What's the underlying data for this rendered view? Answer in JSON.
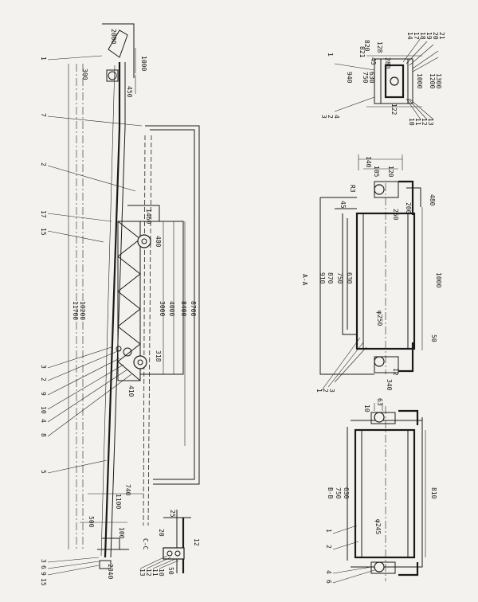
{
  "side_view": {
    "dims_right": [
      "1000",
      "450"
    ],
    "dim_top": "300",
    "dim_arrow_top": "2000",
    "dims_left": [
      "11700",
      "10200"
    ],
    "dims_lower": [
      "3000",
      "4000",
      "8400",
      "8700"
    ],
    "dims_truss": [
      "1460",
      "480",
      "318",
      "410"
    ],
    "dims_bottom": [
      "1100",
      "740"
    ],
    "dims_foot": [
      "500",
      "100",
      "2340"
    ],
    "balloons": [
      "1",
      "7",
      "2",
      "17",
      "15",
      "3",
      "2",
      "9",
      "10",
      "4",
      "8",
      "5",
      "3",
      "6",
      "9",
      "15"
    ]
  },
  "detail_cc": {
    "label": "C-C",
    "dims": [
      "25",
      "20",
      "12",
      "50"
    ],
    "balloons": [
      "13",
      "12",
      "11",
      "10"
    ]
  },
  "top_view": {
    "dims": [
      "820",
      "280",
      "45",
      "821",
      "940",
      "750",
      "630",
      "1000",
      "1200",
      "1300",
      "122",
      "128"
    ],
    "balloons": [
      "14",
      "17",
      "18",
      "19",
      "20",
      "21",
      "10",
      "11",
      "12",
      "13",
      "1",
      "2",
      "3",
      "4"
    ]
  },
  "section_aa": {
    "label": "A-A",
    "dims": [
      "140",
      "105",
      "120",
      "R3",
      "45",
      "910",
      "870",
      "750",
      "630",
      "1000",
      "480",
      "250",
      "φ250",
      "50",
      "12",
      "340",
      "200"
    ],
    "balloons": [
      "1",
      "2",
      "3"
    ]
  },
  "section_bb": {
    "label": "B-B",
    "dims": [
      "63",
      "10",
      "750",
      "630",
      "810",
      "φ245"
    ],
    "balloons": [
      "1",
      "2",
      "4",
      "6"
    ]
  }
}
